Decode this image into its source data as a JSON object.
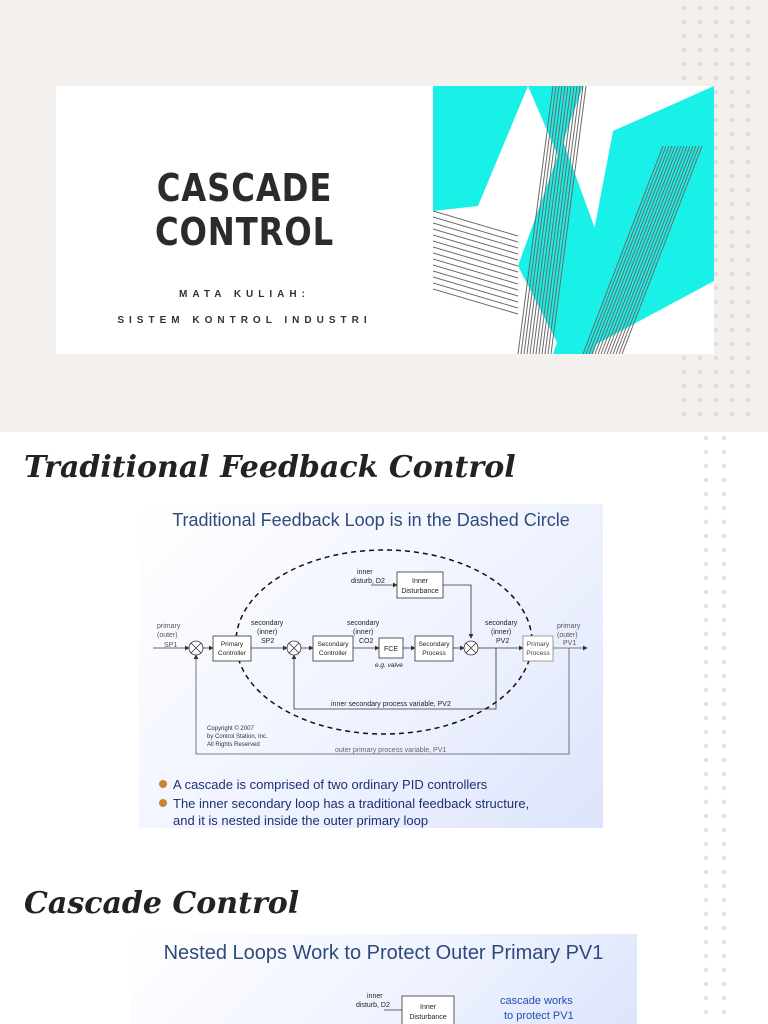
{
  "slide1": {
    "title_line1": "CASCADE",
    "title_line2": "CONTROL",
    "subtitle_line1": "MATA KULIAH:",
    "subtitle_line2": "SISTEM KONTROL INDUSTRI",
    "colors": {
      "background": "#f3f0ed",
      "accent": "#19f0e8",
      "dots": "#e3ddd6"
    }
  },
  "slide2": {
    "section1_title": "Traditional Feedback Control",
    "section2_title": "Cascade Control",
    "figure1": {
      "title": "Traditional Feedback Loop is in the Dashed Circle",
      "labels": {
        "inner_disturb": "inner",
        "inner_disturb2": "disturb, D2",
        "inner_disturbance_box1": "Inner",
        "inner_disturbance_box2": "Disturbance",
        "primary_outer_left1": "primary",
        "primary_outer_left2": "(outer)",
        "sp1": "SP1",
        "primary_controller1": "Primary",
        "primary_controller2": "Controller",
        "secondary_inner_sp1": "secondary",
        "secondary_inner_sp2": "(inner)",
        "sp2": "SP2",
        "secondary_controller1": "Secondary",
        "secondary_controller2": "Controller",
        "secondary_co1": "secondary",
        "secondary_co2": "(inner)",
        "co2": "CO2",
        "fce": "FCE",
        "valve": "e.g. valve",
        "secondary_process1": "Secondary",
        "secondary_process2": "Process",
        "secondary_pv1": "secondary",
        "secondary_pv2": "(inner)",
        "pv2": "PV2",
        "primary_process1": "Primary",
        "primary_process2": "Process",
        "primary_outer_right1": "primary",
        "primary_outer_right2": "(outer)",
        "pv1": "PV1",
        "inner_pv_label": "inner secondary process variable, PV2",
        "outer_pv_label": "outer primary process variable, PV1",
        "copyright1": "Copyright © 2007",
        "copyright2": "by Control Station, Inc.",
        "copyright3": "All Rights Reserved"
      },
      "bullets": [
        "A cascade is comprised of two ordinary PID controllers",
        "The inner secondary loop has a traditional feedback structure,",
        "and it is nested inside the outer primary loop"
      ]
    },
    "figure2": {
      "title": "Nested Loops Work to Protect Outer Primary PV1",
      "labels": {
        "inner_disturb": "inner",
        "inner_disturb2": "disturb, D2",
        "inner_disturbance_box1": "Inner",
        "inner_disturbance_box2": "Disturbance",
        "note1": "cascade works",
        "note2": "to protect PV1"
      }
    }
  }
}
